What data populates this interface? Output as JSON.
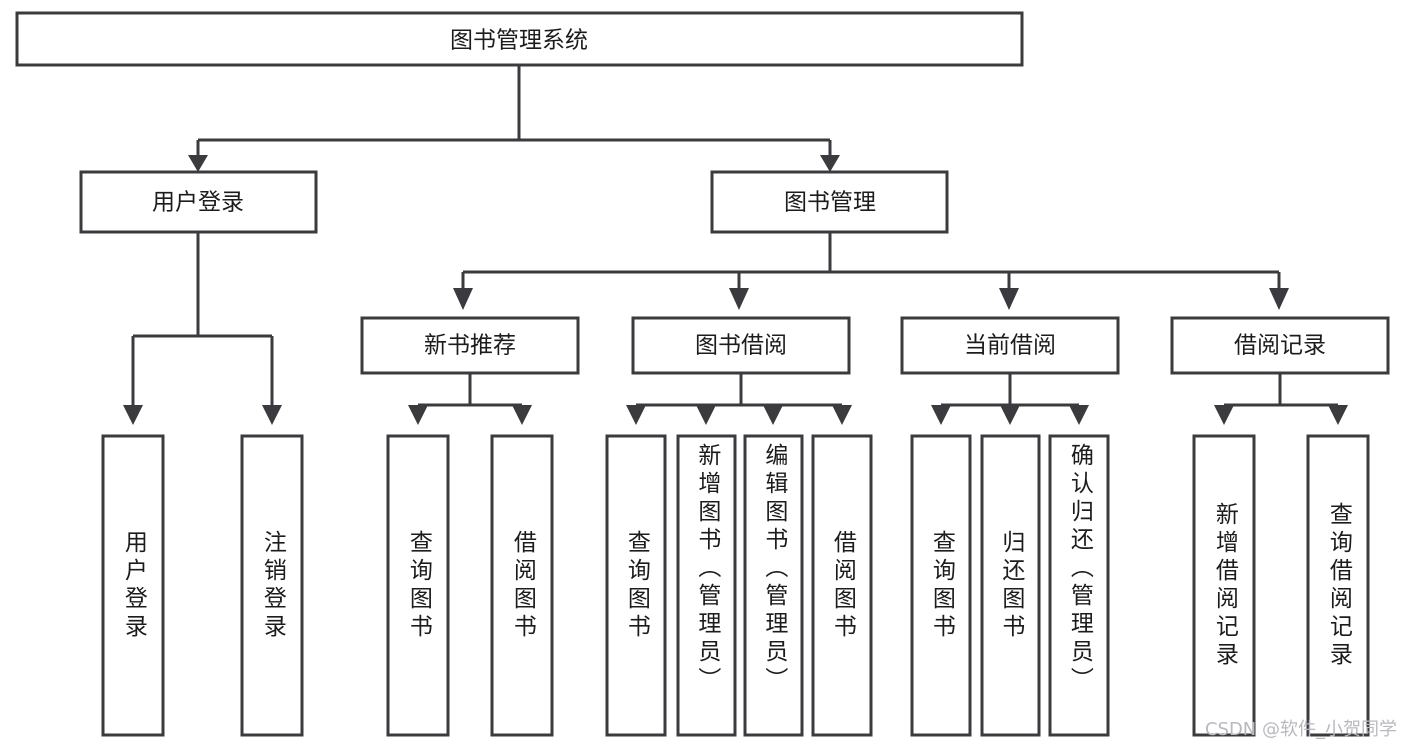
{
  "diagram": {
    "title": "图书管理系统",
    "type": "tree",
    "watermark": "CSDN @软件_小贺同学",
    "colors": {
      "background": "#ffffff",
      "box_fill": "#ffffff",
      "box_stroke": "#3b3b3f",
      "text": "#1c1c1c",
      "watermark": "#b9b9bd"
    },
    "levels": {
      "root": {
        "label": "图书管理系统"
      },
      "level2": [
        {
          "label": "用户登录"
        },
        {
          "label": "图书管理"
        }
      ],
      "level3": [
        {
          "label": "新书推荐"
        },
        {
          "label": "图书借阅"
        },
        {
          "label": "当前借阅"
        },
        {
          "label": "借阅记录"
        }
      ]
    },
    "leaves": {
      "user_login": [
        {
          "label": "用户登录"
        },
        {
          "label": "注销登录"
        }
      ],
      "new_book_recommend": [
        {
          "label": "查询图书"
        },
        {
          "label": "借阅图书"
        }
      ],
      "book_borrow": [
        {
          "label": "查询图书"
        },
        {
          "label": "新增图书（管理员）"
        },
        {
          "label": "编辑图书（管理员）"
        },
        {
          "label": "借阅图书"
        }
      ],
      "current_borrow": [
        {
          "label": "查询图书"
        },
        {
          "label": "归还图书"
        },
        {
          "label": "确认归还（管理员）"
        }
      ],
      "borrow_records": [
        {
          "label": "新增借阅记录"
        },
        {
          "label": "查询借阅记录"
        }
      ]
    }
  }
}
